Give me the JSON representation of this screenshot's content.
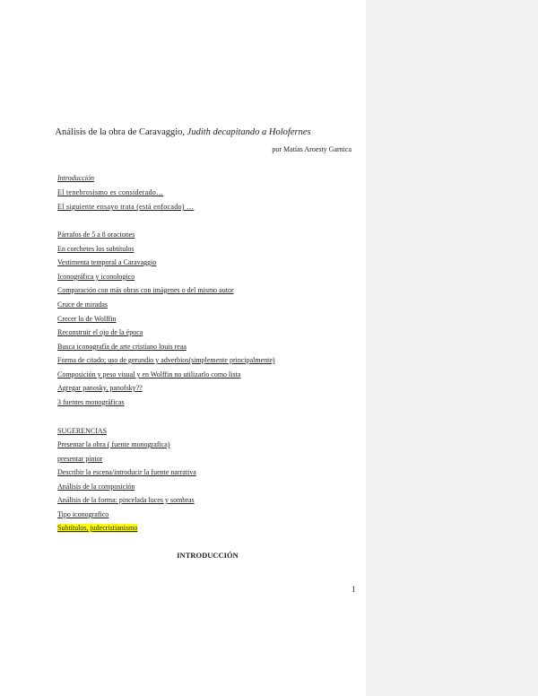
{
  "document": {
    "title_prefix": "Análisis de la obra de Caravaggio,",
    "title_italic": "Judith decapitando a Holofernes",
    "author": "por Matías Aroesty Garnica",
    "intro_link": "Introducción",
    "essay_lines": [
      "El tenebrosismo  es considerado…",
      "El siguiente ensayo trata (está enfocado) …"
    ],
    "notes": [
      "Párrafos de 5 a 8 oraciones",
      "En corchetes los subtítulos",
      "Vestimenta temporal a Caravaggio",
      "Iconográfica y iconologico",
      "Comparación con más obras con imágenes o del mismo autor",
      "Cruce de miradas",
      "Crecer lo de Wolffin",
      "Reconstruir el ojo de la época",
      "Busca iconografía de arte cristiano louis reaa",
      "Forma de citado; uso de gerundio y adverbios(simplemente principalmente)",
      "Composición y peso visual y en Wolffin no utilizarlo como lista",
      "Agregar panosky, panofsky??",
      "3 fuentes monográficas"
    ],
    "suggestions_heading": "SUGERENCIAS",
    "suggestions": [
      "Presentar la obra ( fuente monografica)",
      "presentar pintor",
      "Describir la escena/introducir la fuente narrativa",
      "Análisis de la composición",
      "Análisis de la forma: pincelada luces y sombras",
      "Tipo iconografico"
    ],
    "highlighted_line": "Subtítulos, judecristianismo",
    "section_heading": "INTRODUCCIÓN",
    "page_number": "1"
  }
}
